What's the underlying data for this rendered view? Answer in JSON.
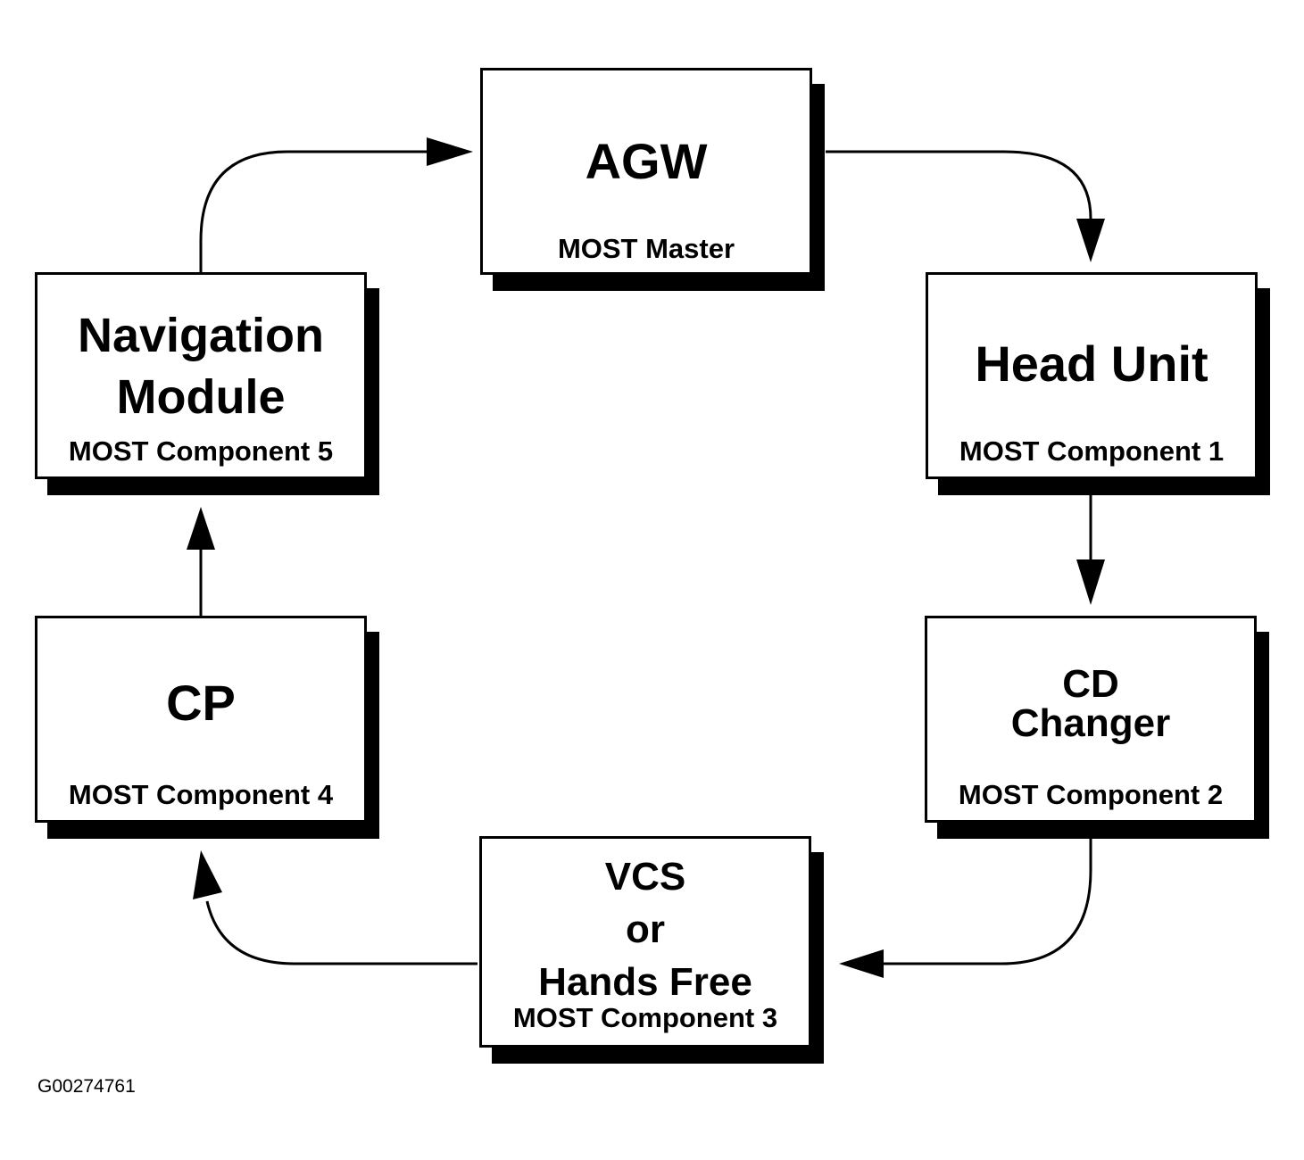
{
  "diagram": {
    "nodes": [
      {
        "id": "agw",
        "title": [
          "AGW"
        ],
        "subtitle": "MOST Master"
      },
      {
        "id": "head-unit",
        "title": [
          "Head Unit"
        ],
        "subtitle": "MOST Component 1"
      },
      {
        "id": "cd-changer",
        "title": [
          "CD",
          "Changer"
        ],
        "subtitle": "MOST Component 2"
      },
      {
        "id": "vcs",
        "title": [
          "VCS",
          "or",
          "Hands Free"
        ],
        "subtitle": "MOST Component 3"
      },
      {
        "id": "cp",
        "title": [
          "CP"
        ],
        "subtitle": "MOST Component 4"
      },
      {
        "id": "navigation",
        "title": [
          "Navigation",
          "Module"
        ],
        "subtitle": "MOST Component 5"
      }
    ],
    "edges": [
      {
        "from": "agw",
        "to": "head-unit"
      },
      {
        "from": "head-unit",
        "to": "cd-changer"
      },
      {
        "from": "cd-changer",
        "to": "vcs"
      },
      {
        "from": "vcs",
        "to": "cp"
      },
      {
        "from": "cp",
        "to": "navigation"
      },
      {
        "from": "navigation",
        "to": "agw"
      }
    ],
    "figure_id": "G00274761"
  }
}
